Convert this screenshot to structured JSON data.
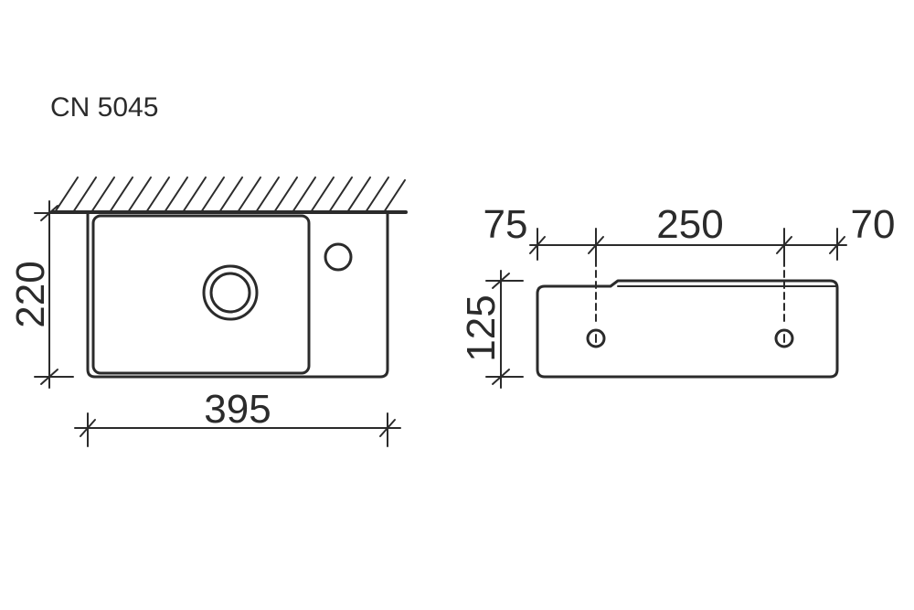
{
  "model_label": "CN 5045",
  "dimensions": {
    "top_view_height": "220",
    "top_view_width": "395",
    "front_view_height": "125",
    "hole_left_offset": "75",
    "hole_spacing": "250",
    "hole_right_offset": "70"
  }
}
